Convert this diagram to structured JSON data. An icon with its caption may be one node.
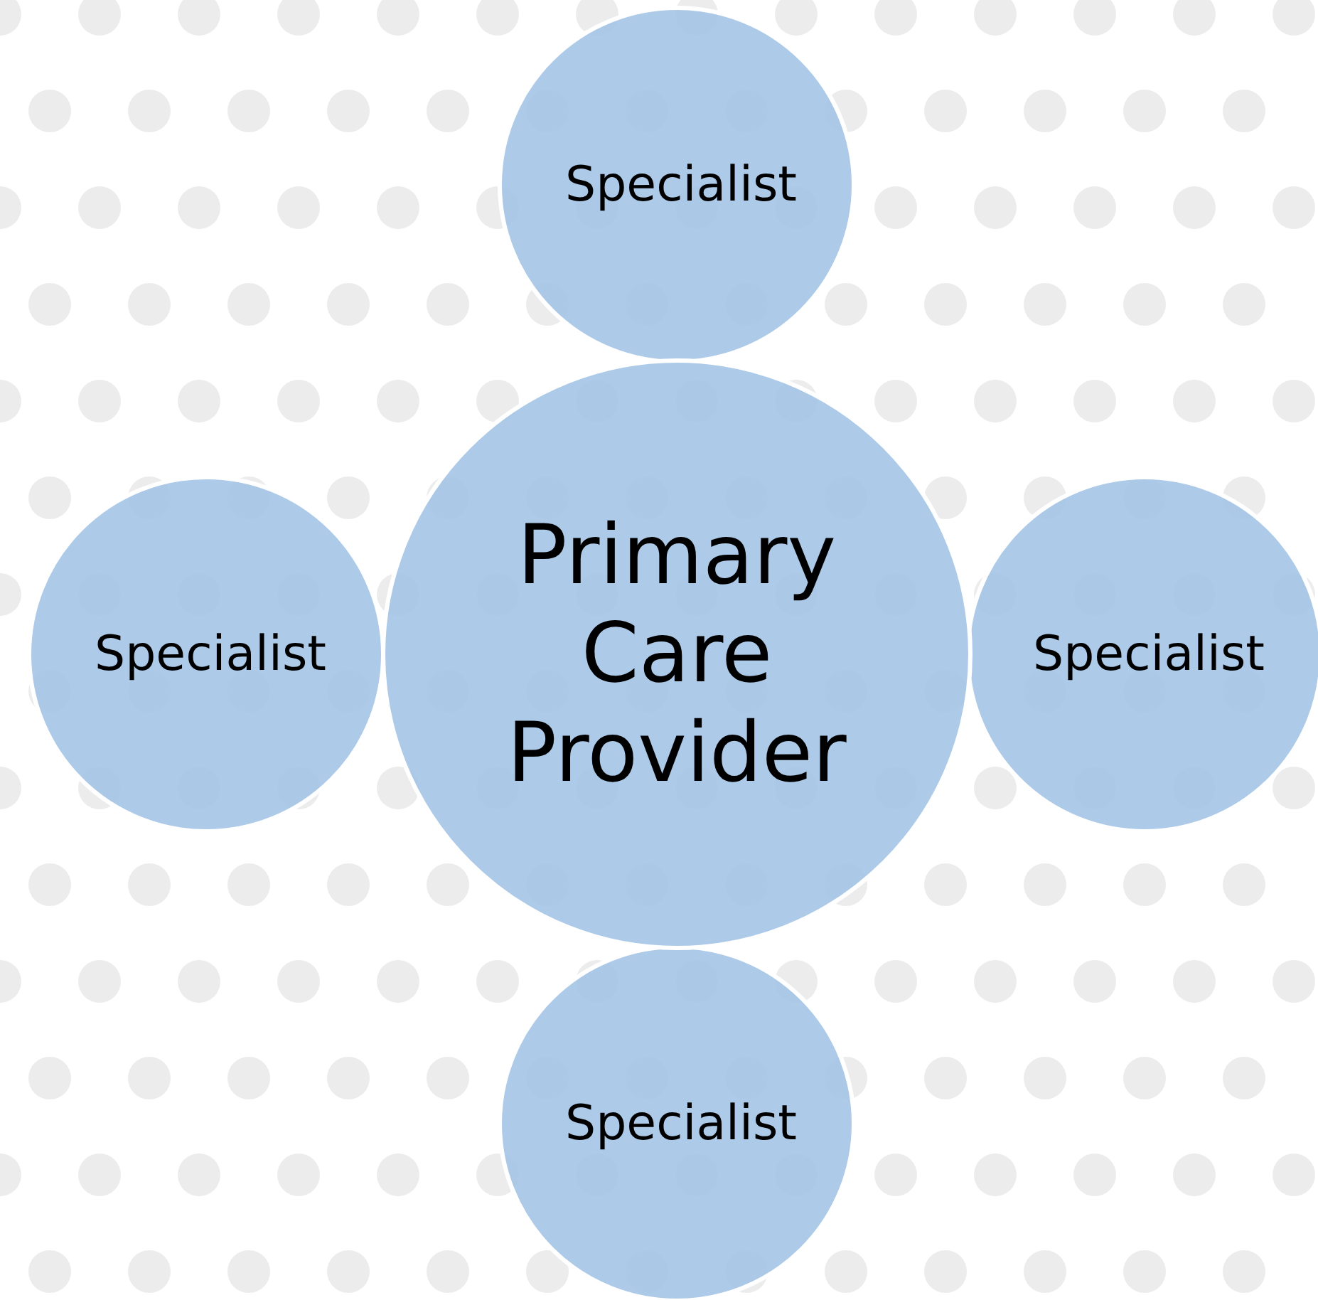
{
  "diagram": {
    "nodes": [
      {
        "text": [
          "Specialist"
        ]
      },
      {
        "text": [
          "Specialist"
        ]
      },
      {
        "text": [
          "Primary Care Provider"
        ]
      },
      {
        "text": [
          "Specialist"
        ]
      },
      {
        "text": [
          "Specialist"
        ]
      }
    ]
  }
}
